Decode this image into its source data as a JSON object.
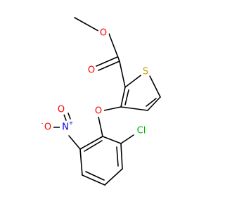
{
  "structure": {
    "atoms": [
      {
        "id": "O_carbonyl",
        "label": "O",
        "color": "#ff0000"
      },
      {
        "id": "O_ester",
        "label": "O",
        "color": "#ff0000"
      },
      {
        "id": "S1",
        "label": "S",
        "color": "#c8a000"
      },
      {
        "id": "O_ether",
        "label": "O",
        "color": "#ff0000"
      },
      {
        "id": "N_nitro",
        "label": "N",
        "color": "#0000ff",
        "charge": "+"
      },
      {
        "id": "O_nitro_top",
        "label": "O",
        "color": "#ff0000"
      },
      {
        "id": "O_nitro_minus",
        "label": "O",
        "color": "#ff0000",
        "charge": "-"
      },
      {
        "id": "Cl",
        "label": "Cl",
        "color": "#00b000"
      }
    ]
  }
}
